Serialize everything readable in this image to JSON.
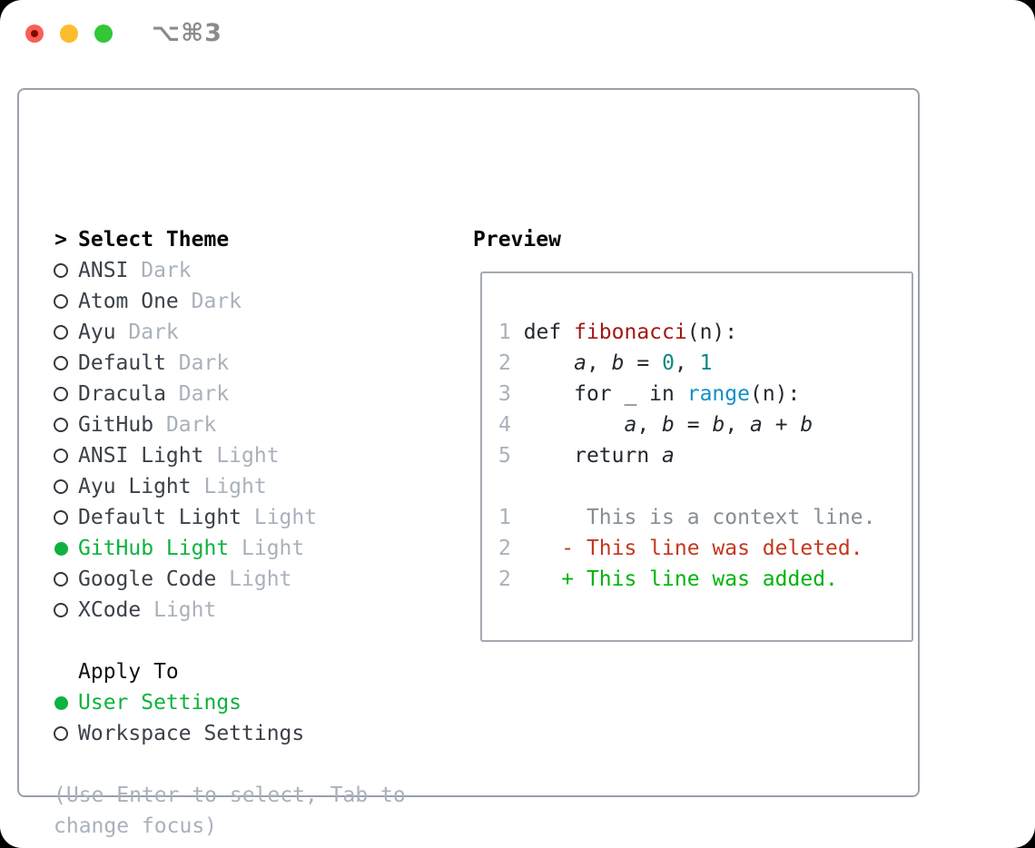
{
  "window": {
    "title": "⌥⌘3",
    "traffic_lights": {
      "close": "red",
      "minimize": "yellow",
      "zoom": "green"
    }
  },
  "theme_selector": {
    "cursor": ">",
    "header": "Select Theme",
    "items": [
      {
        "name": "ANSI",
        "tag": "Dark",
        "selected": false
      },
      {
        "name": "Atom One",
        "tag": "Dark",
        "selected": false
      },
      {
        "name": "Ayu",
        "tag": "Dark",
        "selected": false
      },
      {
        "name": "Default",
        "tag": "Dark",
        "selected": false
      },
      {
        "name": "Dracula",
        "tag": "Dark",
        "selected": false
      },
      {
        "name": "GitHub",
        "tag": "Dark",
        "selected": false
      },
      {
        "name": "ANSI Light",
        "tag": "Light",
        "selected": false
      },
      {
        "name": "Ayu Light",
        "tag": "Light",
        "selected": false
      },
      {
        "name": "Default Light",
        "tag": "Light",
        "selected": false
      },
      {
        "name": "GitHub Light",
        "tag": "Light",
        "selected": true
      },
      {
        "name": "Google Code",
        "tag": "Light",
        "selected": false
      },
      {
        "name": "XCode",
        "tag": "Light",
        "selected": false
      }
    ]
  },
  "apply_to": {
    "header": "Apply To",
    "options": [
      {
        "label": "User Settings",
        "selected": true
      },
      {
        "label": "Workspace Settings",
        "selected": false
      }
    ]
  },
  "hint": "(Use Enter to select, Tab to change focus)",
  "preview": {
    "label": "Preview",
    "code_lines": [
      {
        "num": "1",
        "segments": [
          {
            "t": "def ",
            "s": "plain"
          },
          {
            "t": "fibonacci",
            "s": "func"
          },
          {
            "t": "(n):",
            "s": "plain"
          }
        ]
      },
      {
        "num": "2",
        "segments": [
          {
            "t": "    ",
            "s": "plain"
          },
          {
            "t": "a",
            "s": "var"
          },
          {
            "t": ", ",
            "s": "plain"
          },
          {
            "t": "b",
            "s": "var"
          },
          {
            "t": " = ",
            "s": "plain"
          },
          {
            "t": "0",
            "s": "num"
          },
          {
            "t": ", ",
            "s": "plain"
          },
          {
            "t": "1",
            "s": "num"
          }
        ]
      },
      {
        "num": "3",
        "segments": [
          {
            "t": "    for _ in ",
            "s": "plain"
          },
          {
            "t": "range",
            "s": "builtin"
          },
          {
            "t": "(n):",
            "s": "plain"
          }
        ]
      },
      {
        "num": "4",
        "segments": [
          {
            "t": "        ",
            "s": "plain"
          },
          {
            "t": "a",
            "s": "var"
          },
          {
            "t": ", ",
            "s": "plain"
          },
          {
            "t": "b",
            "s": "var"
          },
          {
            "t": " = ",
            "s": "plain"
          },
          {
            "t": "b",
            "s": "var"
          },
          {
            "t": ", ",
            "s": "plain"
          },
          {
            "t": "a",
            "s": "var"
          },
          {
            "t": " + ",
            "s": "plain"
          },
          {
            "t": "b",
            "s": "var"
          }
        ]
      },
      {
        "num": "5",
        "segments": [
          {
            "t": "    return ",
            "s": "plain"
          },
          {
            "t": "a",
            "s": "var"
          }
        ]
      }
    ],
    "diff_lines": [
      {
        "num": "1",
        "marker": " ",
        "kind": "context",
        "text": "This is a context line."
      },
      {
        "num": "2",
        "marker": "-",
        "kind": "deleted",
        "text": "This line was deleted."
      },
      {
        "num": "2",
        "marker": "+",
        "kind": "added",
        "text": "This line was added."
      }
    ]
  },
  "colors": {
    "selection_green": "#0db33e",
    "item_text": "#3b4149",
    "variant_tag": "#a9b1bc",
    "panel_border": "#99a0aa",
    "preview_border": "#a3aab3",
    "function_red": "#a31712",
    "number_teal": "#0e8786",
    "builtin_blue": "#1090c6",
    "diff_context": "#878d95",
    "diff_deleted": "#c4371d",
    "diff_added": "#00b40b",
    "traffic_red": "#f95f57",
    "traffic_yellow": "#fdbc2e",
    "traffic_green": "#32c737"
  }
}
